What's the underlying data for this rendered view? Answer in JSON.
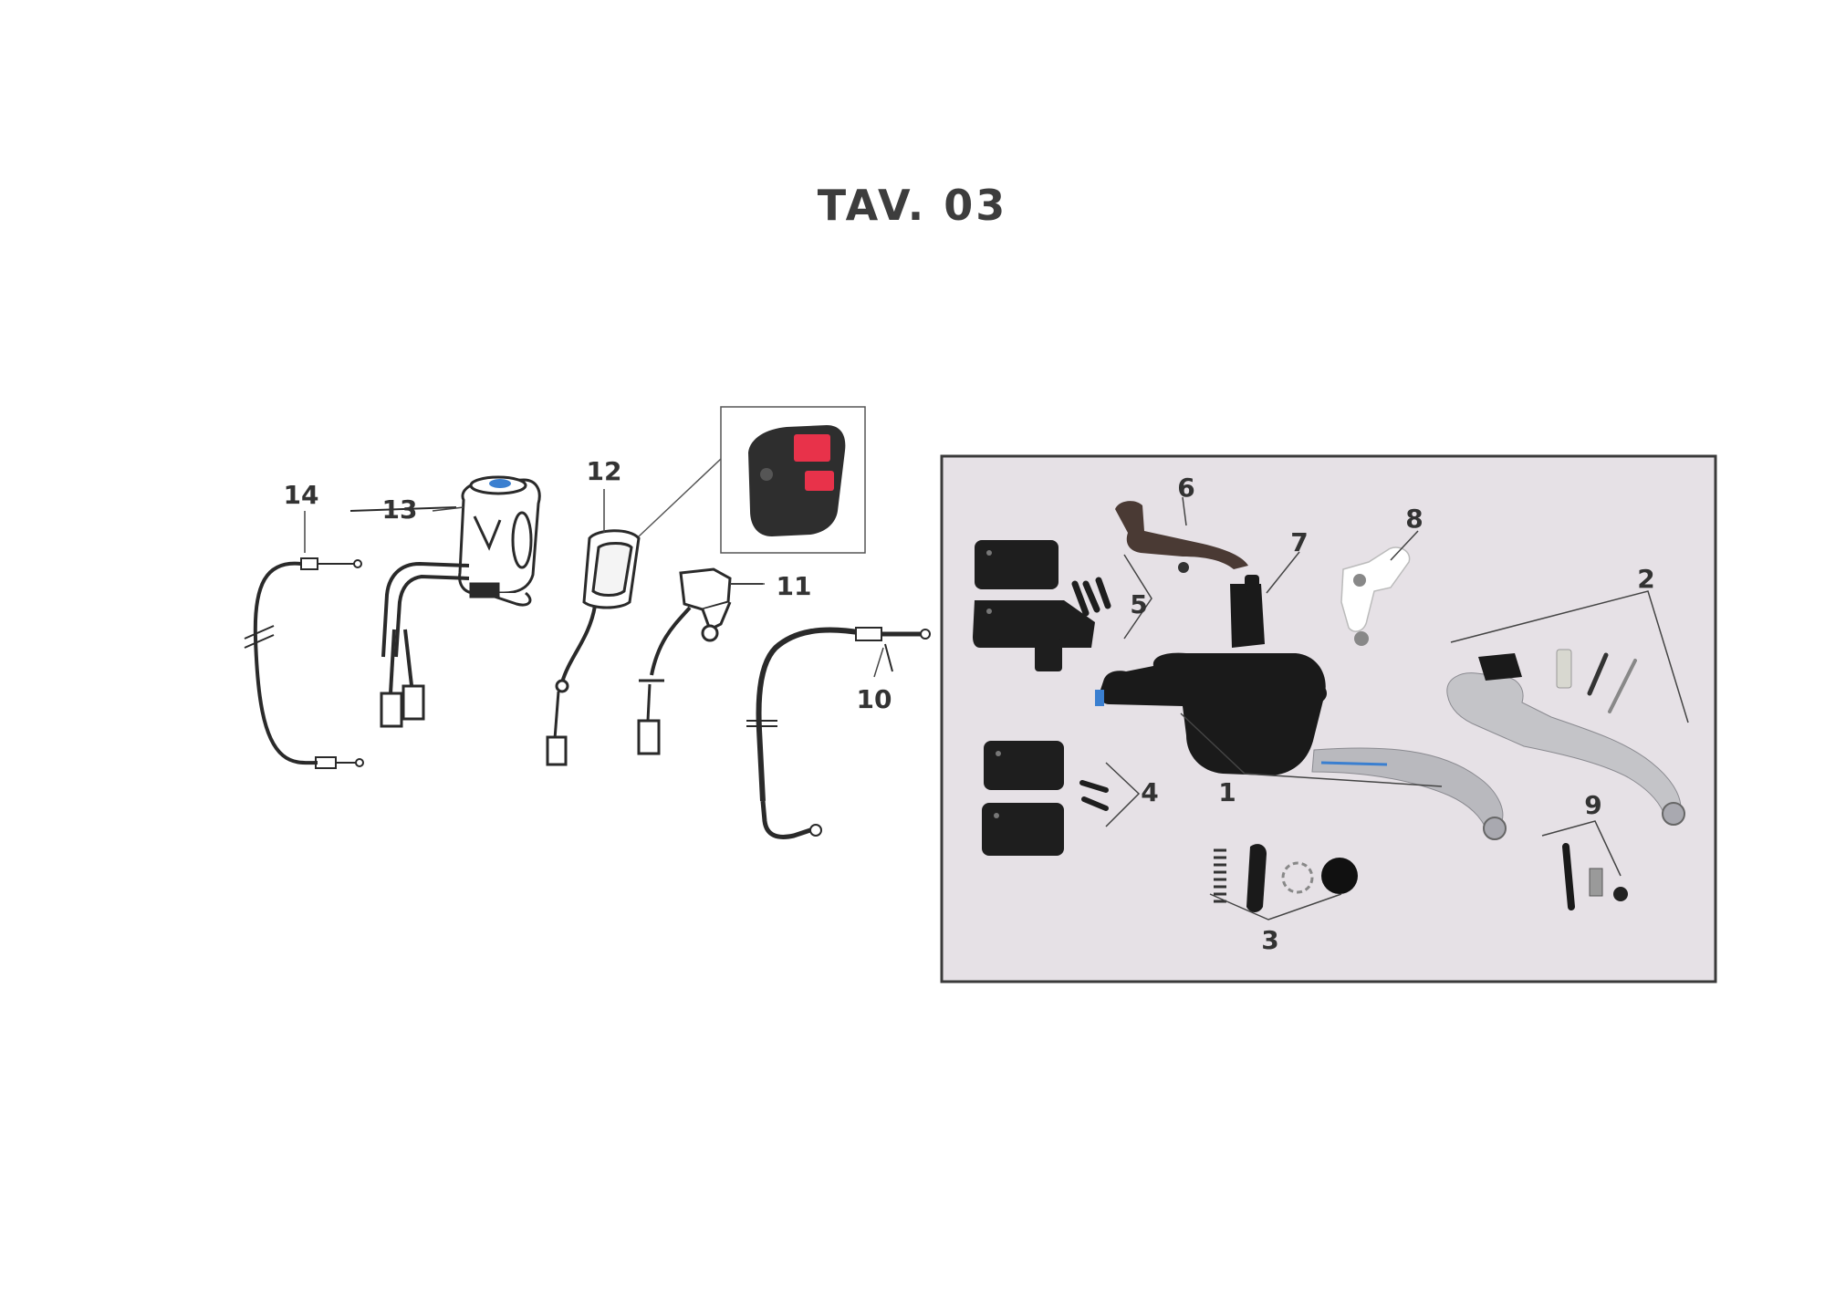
{
  "title": "TAV. 03",
  "colors": {
    "ink": "#2a2a2a",
    "photo_panel_bg": "#e6e1e6",
    "switch_button": "#e8324a",
    "highlight_blue": "#3a7fd0"
  },
  "parts": [
    {
      "id": "p1",
      "label": "1"
    },
    {
      "id": "p2",
      "label": "2"
    },
    {
      "id": "p3",
      "label": "3"
    },
    {
      "id": "p4",
      "label": "4"
    },
    {
      "id": "p5",
      "label": "5"
    },
    {
      "id": "p6",
      "label": "6"
    },
    {
      "id": "p7",
      "label": "7"
    },
    {
      "id": "p8",
      "label": "8"
    },
    {
      "id": "p9",
      "label": "9"
    },
    {
      "id": "p10",
      "label": "10"
    },
    {
      "id": "p11",
      "label": "11"
    },
    {
      "id": "p12",
      "label": "12"
    },
    {
      "id": "p13",
      "label": "13"
    },
    {
      "id": "p14",
      "label": "14"
    }
  ]
}
